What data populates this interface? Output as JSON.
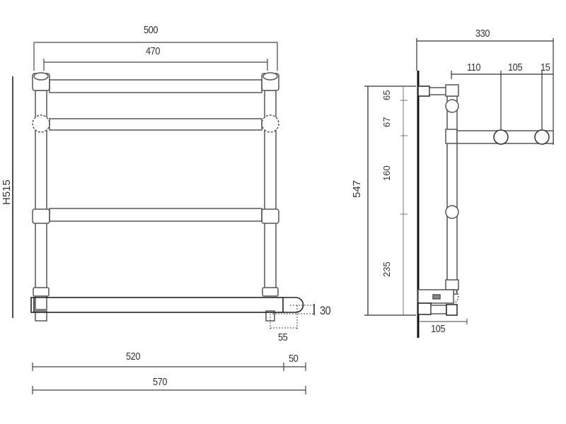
{
  "front_view": {
    "dims": {
      "outer_width": "500",
      "inner_width": "470",
      "height": "H515",
      "base_width": "520",
      "base_overhang": "50",
      "total_width": "570",
      "valve_height": "30",
      "valve_offset": "55"
    }
  },
  "side_view": {
    "dims": {
      "total_depth": "330",
      "depth_1": "110",
      "depth_2": "105",
      "depth_3": "15",
      "total_height": "547",
      "seg_1": "65",
      "seg_2": "67",
      "seg_3": "160",
      "seg_4": "235",
      "base_depth": "105"
    }
  },
  "colors": {
    "line": "#555555",
    "dim_line": "#333333",
    "wall": "#111111",
    "text": "#333333"
  }
}
